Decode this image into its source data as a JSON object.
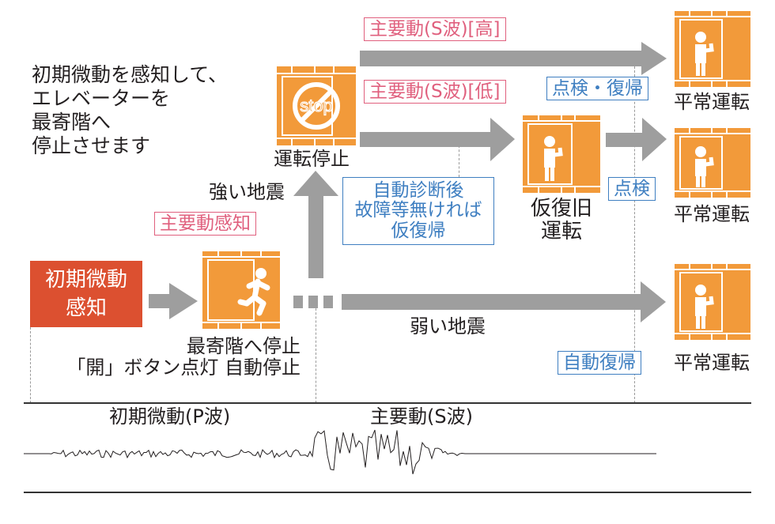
{
  "intro_text": "初期微動を感知して、\nエレベーターを\n最寄階へ\n停止させます",
  "colors": {
    "elevator_orange": "#f29a3a",
    "arrow_gray": "#9e9e9e",
    "alert_red": "#dc5030",
    "pink": "#e0607e",
    "blue": "#3f7fc1"
  },
  "nodes": {
    "detect": {
      "label_line1": "初期微動",
      "label_line2": "感知"
    },
    "nearest_stop": {
      "icon": "elevator-running-person-icon",
      "caption_line1": "最寄階へ停止",
      "caption_line2": "「開」ボタン点灯 自動停止"
    },
    "stop": {
      "icon": "elevator-stop-icon",
      "icon_text": "stop",
      "caption": "運転停止"
    },
    "temp_recovery": {
      "icon": "elevator-person-icon",
      "caption_line1": "仮復旧",
      "caption_line2": "運転"
    },
    "normal_top": {
      "icon": "elevator-person-icon",
      "caption": "平常運転"
    },
    "normal_mid": {
      "icon": "elevator-person-icon",
      "caption": "平常運転"
    },
    "normal_bottom": {
      "icon": "elevator-person-icon",
      "caption": "平常運転"
    }
  },
  "edge_labels": {
    "strong_quake": "強い地震",
    "main_motion_detect": "主要動感知",
    "s_wave_high": "主要動(S波)[高]",
    "s_wave_low": "主要動(S波)[低]",
    "inspect_recover": "点検・復帰",
    "auto_diag_line1": "自動診断後",
    "auto_diag_line2": "故障等無ければ",
    "auto_diag_line3": "仮復帰",
    "inspect": "点検",
    "weak_quake": "弱い地震",
    "auto_recover": "自動復帰"
  },
  "seismograph": {
    "p_wave_label": "初期微動(P波)",
    "s_wave_label": "主要動(S波)"
  }
}
